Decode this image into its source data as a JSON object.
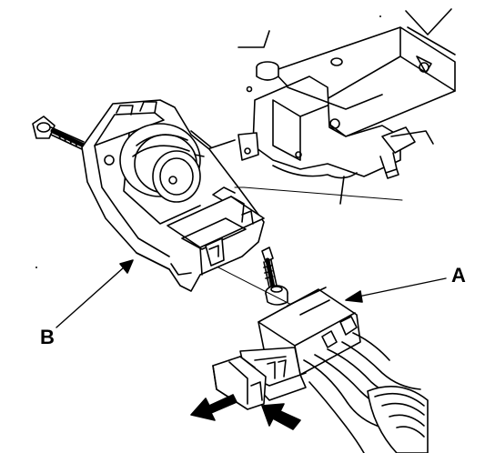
{
  "callouts": {
    "a": "A",
    "b": "B"
  },
  "parts": [
    "steering-column",
    "ignition-switch",
    "mounting-bolt-upper",
    "mounting-bolt-lower",
    "harness-connector",
    "connector-lock-tab"
  ],
  "direction_arrows": [
    "pull-direction-arrow",
    "push-direction-arrow"
  ],
  "colors": {
    "line": "#000000",
    "background": "#ffffff"
  }
}
